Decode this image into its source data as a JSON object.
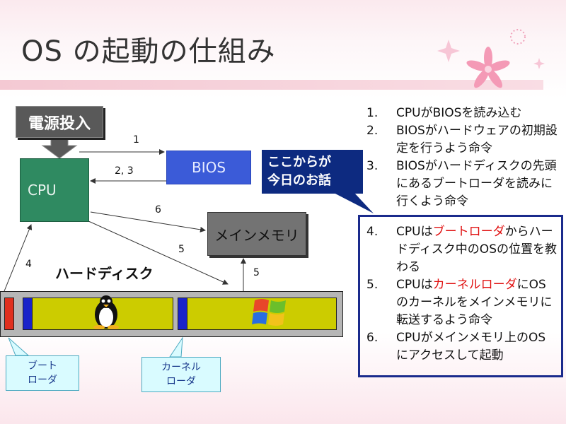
{
  "title": "OS の起動の仕組み",
  "diagram": {
    "power_label": "電源投入",
    "cpu_label": "CPU",
    "bios_label": "BIOS",
    "memory_label": "メインメモリ",
    "hard_disk_label": "ハードディスク",
    "callout_line1": "ここからが",
    "callout_line2": "今日のお話",
    "bootloader_box_line1": "ブート",
    "bootloader_box_line2": "ローダ",
    "kernel_box_line1": "カーネル",
    "kernel_box_line2": "ローダ",
    "arrow_labels": {
      "a1": "1",
      "a23": "2, 3",
      "a6": "6",
      "a5_diag": "5",
      "a4": "4",
      "a5_up": "5"
    }
  },
  "steps": [
    {
      "num": "1.",
      "text": "CPUがBIOSを読み込む"
    },
    {
      "num": "2.",
      "text": "BIOSがハードウェアの初期設定を行うよう命令"
    },
    {
      "num": "3.",
      "text": "BIOSがハードディスクの先頭にあるブートローダを読みに行くよう命令"
    },
    {
      "num": "4.",
      "pre": "CPUは",
      "highlight": "ブートローダ",
      "post": "からハードディスク中のOSの位置を教わる"
    },
    {
      "num": "5.",
      "pre": "CPUは",
      "highlight": "カーネルローダ",
      "post": "にOSのカーネルをメインメモリに転送するよう命令"
    },
    {
      "num": "6.",
      "text": "CPUがメインメモリ上のOSにアクセスして起動"
    }
  ],
  "colors": {
    "cpu": "#2f8a61",
    "bios": "#3b5bd8",
    "memory": "#737373",
    "partition": "#cccc00",
    "bootloader": "#e0301e",
    "kernel_loader": "#1a23c9",
    "highlight": "#e01010",
    "panel_border": "#1a2a8c"
  },
  "icons": [
    "linux-penguin-icon",
    "windows-logo-icon"
  ]
}
